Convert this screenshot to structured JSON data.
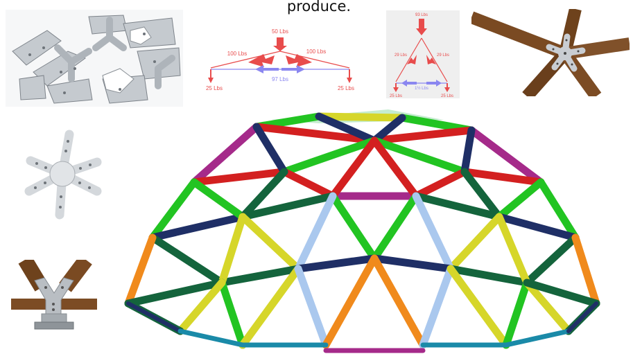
{
  "caption": "produce.",
  "force_diagram_wide": {
    "top_load": "50 Lbs",
    "left_member": "100 Lbs",
    "right_member": "100 Lbs",
    "bottom_member": "97 Lbs",
    "left_reaction": "25 Lbs",
    "right_reaction": "25 Lbs"
  },
  "force_diagram_triangle": {
    "top_load": "93 Lbs",
    "left_member": "29 Lbs",
    "right_member": "29 Lbs",
    "bottom_member": "1½ Lbs",
    "left_reaction": "25 Lbs",
    "right_reaction": "25 Lbs"
  },
  "colors": {
    "force_red": "#e84c4c",
    "tension_blue": "#8a86f0",
    "wood": "#7a4a22",
    "steel": "#c9cdd2",
    "dome_struts": [
      "#d32020",
      "#22c422",
      "#14643c",
      "#1f2f66",
      "#d6d62a",
      "#f08a1c",
      "#a52a8a",
      "#aac8ee",
      "#ffffff"
    ]
  },
  "icons": {
    "brackets_photo": "steel-hub-brackets-image",
    "five_way_wood_joint": "five-way-wood-hub-image",
    "six_arm_star_plate": "six-arm-star-plate-image",
    "y_post_bracket": "y-post-bracket-image",
    "geodesic_dome": "geodesic-dome-render"
  }
}
